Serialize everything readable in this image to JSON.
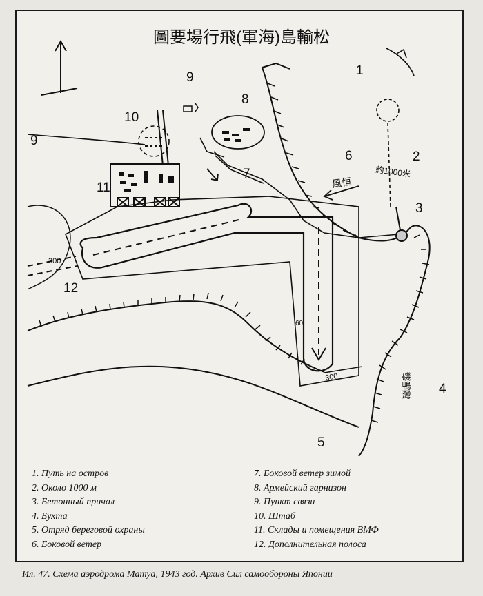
{
  "title": "圖要場行飛(軍海)島輸松",
  "map_labels": {
    "n1": "1",
    "n2": "2",
    "n3": "3",
    "n4": "4",
    "n5": "5",
    "n6": "6",
    "n7": "7",
    "n8": "8",
    "n9a": "9",
    "n9b": "9",
    "n10": "10",
    "n11": "11",
    "n12": "12"
  },
  "annotations": {
    "dist_1000": "約1000米",
    "dist_300_left": "300",
    "dist_300_bottom": "300",
    "dist_60": "60",
    "wind_side": "風恒",
    "bay": "磯鴨灣"
  },
  "legend": {
    "left": [
      "1. Путь на остров",
      "2. Около 1000 м",
      "3. Бетонный причал",
      "4. Бухта",
      "5. Отряд береговой охраны",
      "6. Боковой ветер"
    ],
    "right": [
      "7. Боковой ветер зимой",
      "8. Армейский гарнизон",
      "9. Пункт связи",
      "10. Штаб",
      "11. Склады и помещения ВМФ",
      "12. Дополнительная полоса"
    ]
  },
  "caption": "Ил. 47. Схема аэродрома Матуа, 1943 год. Архив Сил самообороны Японии"
}
